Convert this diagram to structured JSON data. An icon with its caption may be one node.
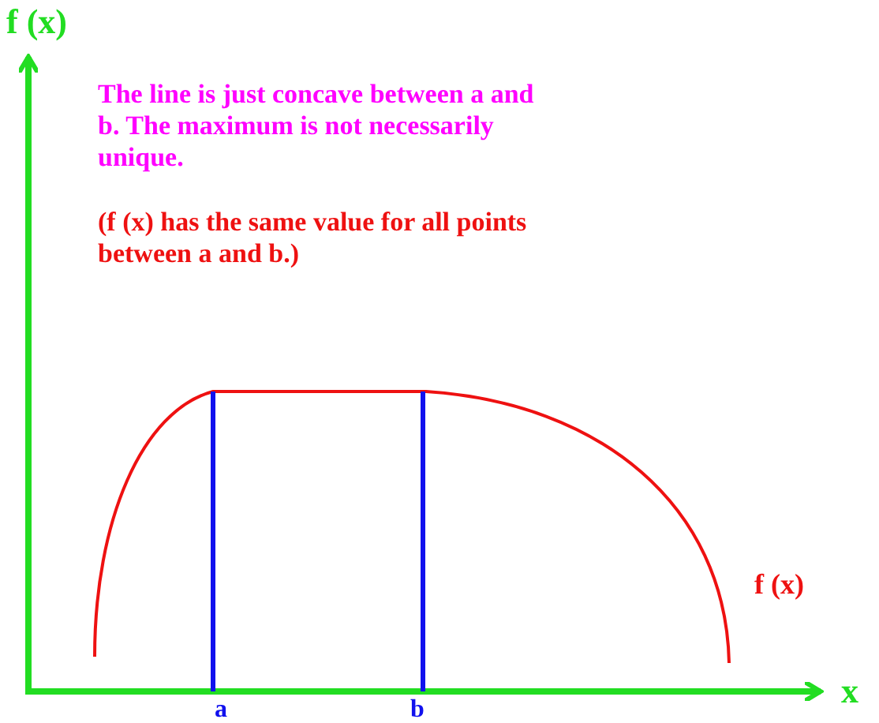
{
  "diagram": {
    "labels": [
      "f (x)",
      "The line is just concave between a and b. The maximum is not necessarily unique.",
      "(f (x) has the same value for all points between a and b.)",
      "f (x)",
      "a",
      "b",
      "x"
    ]
  }
}
